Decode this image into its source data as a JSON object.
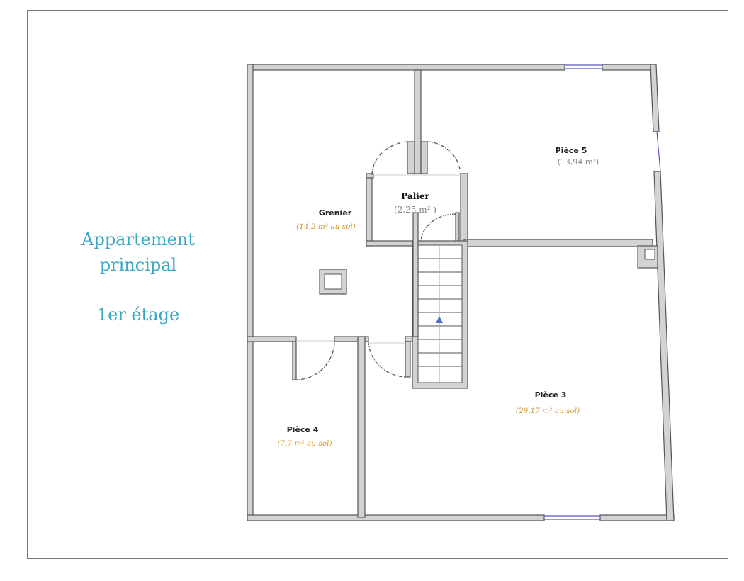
{
  "heading": {
    "line1": "Appartement",
    "line2": "principal",
    "floor": "1er étage"
  },
  "rooms": {
    "grenier": {
      "name": "Grenier",
      "area": "(14,2 m² au sol)"
    },
    "palier": {
      "name": "Palier",
      "area": "(2,25 m² )"
    },
    "piece5": {
      "name": "Pièce 5",
      "area": "(13,94 m²)"
    },
    "piece3": {
      "name": "Pièce 3",
      "area": "(29,17 m² au sol)"
    },
    "piece4": {
      "name": "Pièce 4",
      "area": "(7,7 m² au sol)"
    }
  },
  "colors": {
    "heading": "#3aa6c6",
    "area": "#d49a2e",
    "wall": "#d3d3d3",
    "window": "#5555cc"
  }
}
